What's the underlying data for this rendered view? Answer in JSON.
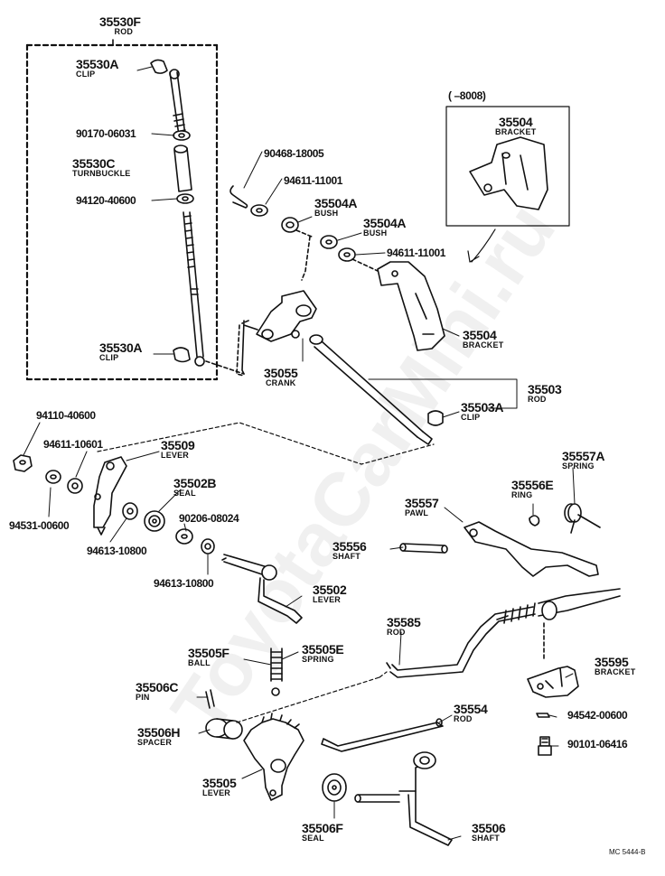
{
  "watermark": "ToyotaCarMini.ru",
  "diagram_code": "MC 5444-B",
  "inset_range": "(       –8008)",
  "labels": {
    "rod_35530F": {
      "num": "35530F",
      "name": "ROD"
    },
    "clip_35530A_top": {
      "num": "35530A",
      "name": "CLIP"
    },
    "nut_90170": {
      "num": "90170-06031"
    },
    "turnbuckle_35530C": {
      "num": "35530C",
      "name": "TURNBUCKLE"
    },
    "nut_94120": {
      "num": "94120-40600"
    },
    "clip_35530A_bottom": {
      "num": "35530A",
      "name": "CLIP"
    },
    "pin_90468": {
      "num": "90468-18005"
    },
    "washer_94611_a": {
      "num": "94611-11001"
    },
    "bush_35504A_a": {
      "num": "35504A",
      "name": "BUSH"
    },
    "bush_35504A_b": {
      "num": "35504A",
      "name": "BUSH"
    },
    "washer_94611_b": {
      "num": "94611-11001"
    },
    "bracket_35504_inset": {
      "num": "35504",
      "name": "BRACKET"
    },
    "bracket_35504": {
      "num": "35504",
      "name": "BRACKET"
    },
    "crank_35055": {
      "num": "35055",
      "name": "CRANK"
    },
    "rod_35503": {
      "num": "35503",
      "name": "ROD"
    },
    "clip_35503A": {
      "num": "35503A",
      "name": "CLIP"
    },
    "nut_94110": {
      "num": "94110-40600"
    },
    "washer_94611_c": {
      "num": "94611-10601"
    },
    "lever_35509": {
      "num": "35509",
      "name": "LEVER"
    },
    "washer_94531": {
      "num": "94531-00600"
    },
    "seal_35502B": {
      "num": "35502B",
      "name": "SEAL"
    },
    "washer_94613_a": {
      "num": "94613-10800"
    },
    "washer_90206": {
      "num": "90206-08024"
    },
    "washer_94613_b": {
      "num": "94613-10800"
    },
    "lever_35502": {
      "num": "35502",
      "name": "LEVER"
    },
    "spring_35557A": {
      "num": "35557A",
      "name": "SPRING"
    },
    "ring_35556E": {
      "num": "35556E",
      "name": "RING"
    },
    "pawl_35557": {
      "num": "35557",
      "name": "PAWL"
    },
    "shaft_35556": {
      "num": "35556",
      "name": "SHAFT"
    },
    "rod_35585": {
      "num": "35585",
      "name": "ROD"
    },
    "ball_35505F": {
      "num": "35505F",
      "name": "BALL"
    },
    "spring_35505E": {
      "num": "35505E",
      "name": "SPRING"
    },
    "bracket_35595": {
      "num": "35595",
      "name": "BRACKET"
    },
    "pin_35506C": {
      "num": "35506C",
      "name": "PIN"
    },
    "rod_35554": {
      "num": "35554",
      "name": "ROD"
    },
    "clip_94542": {
      "num": "94542-00600"
    },
    "spacer_35506H": {
      "num": "35506H",
      "name": "SPACER"
    },
    "bolt_90101": {
      "num": "90101-06416"
    },
    "lever_35505": {
      "num": "35505",
      "name": "LEVER"
    },
    "seal_35506F": {
      "num": "35506F",
      "name": "SEAL"
    },
    "shaft_35506": {
      "num": "35506",
      "name": "SHAFT"
    }
  }
}
